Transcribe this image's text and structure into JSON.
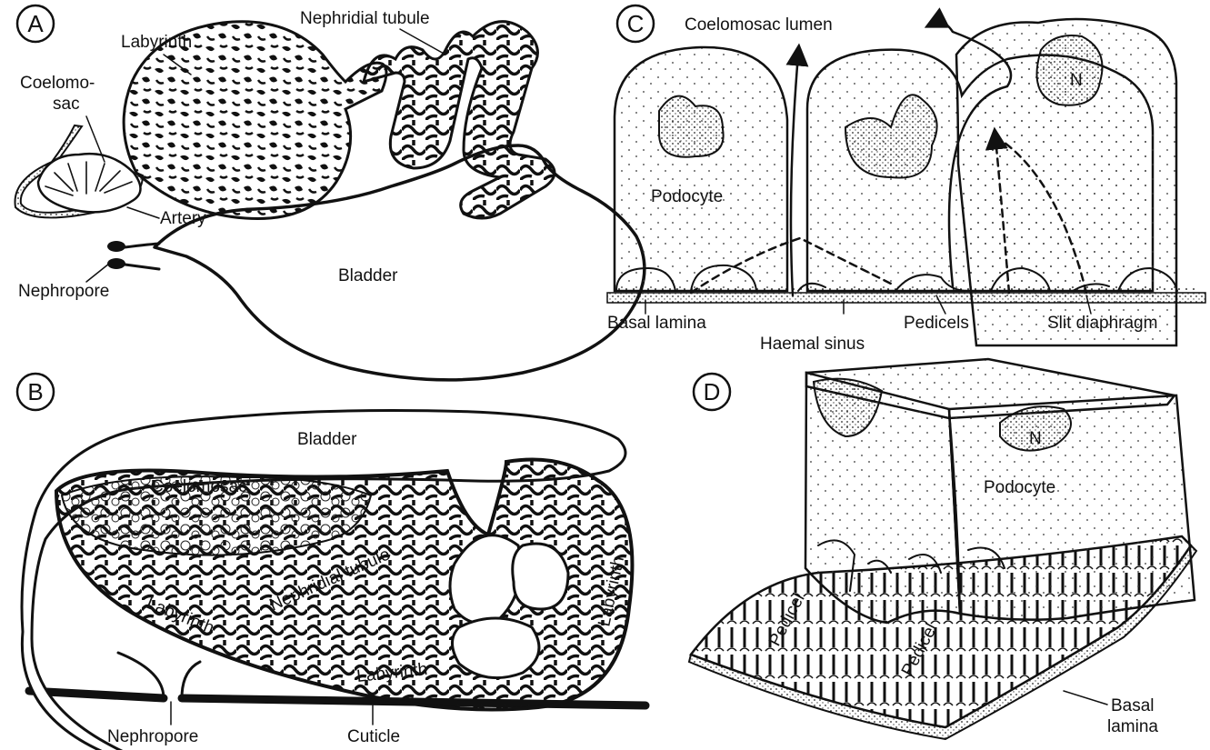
{
  "panels": {
    "a": {
      "letter": "A",
      "labels": {
        "nephridial_tubule": "Nephridial tubule",
        "labyrinth": "Labyrinth",
        "coelomosac_line1": "Coelomo-",
        "coelomosac_line2": "sac",
        "artery": "Artery",
        "bladder": "Bladder",
        "nephropore": "Nephropore"
      }
    },
    "b": {
      "letter": "B",
      "labels": {
        "bladder": "Bladder",
        "coelomosac": "Coelomosac",
        "nephridial_tubule": "Nephridial tubule",
        "labyrinth_left": "Labyrinth",
        "labyrinth_right": "Labyrinth",
        "labyrinth_bottom": "Labyrinth",
        "nephropore": "Nephropore",
        "cuticle": "Cuticle"
      }
    },
    "c": {
      "letter": "C",
      "labels": {
        "coelomosac_lumen": "Coelomosac lumen",
        "nucleus": "N",
        "podocyte": "Podocyte",
        "basal_lamina": "Basal lamina",
        "pedicels": "Pedicels",
        "slit_diaphragm": "Slit diaphragm",
        "haemal_sinus": "Haemal sinus"
      }
    },
    "d": {
      "letter": "D",
      "labels": {
        "nucleus": "N",
        "podocyte": "Podocyte",
        "pedicel_left": "Pedicel",
        "pedicel_right": "Pedicel",
        "basal_lamina_line1": "Basal",
        "basal_lamina_line2": "lamina"
      }
    }
  }
}
